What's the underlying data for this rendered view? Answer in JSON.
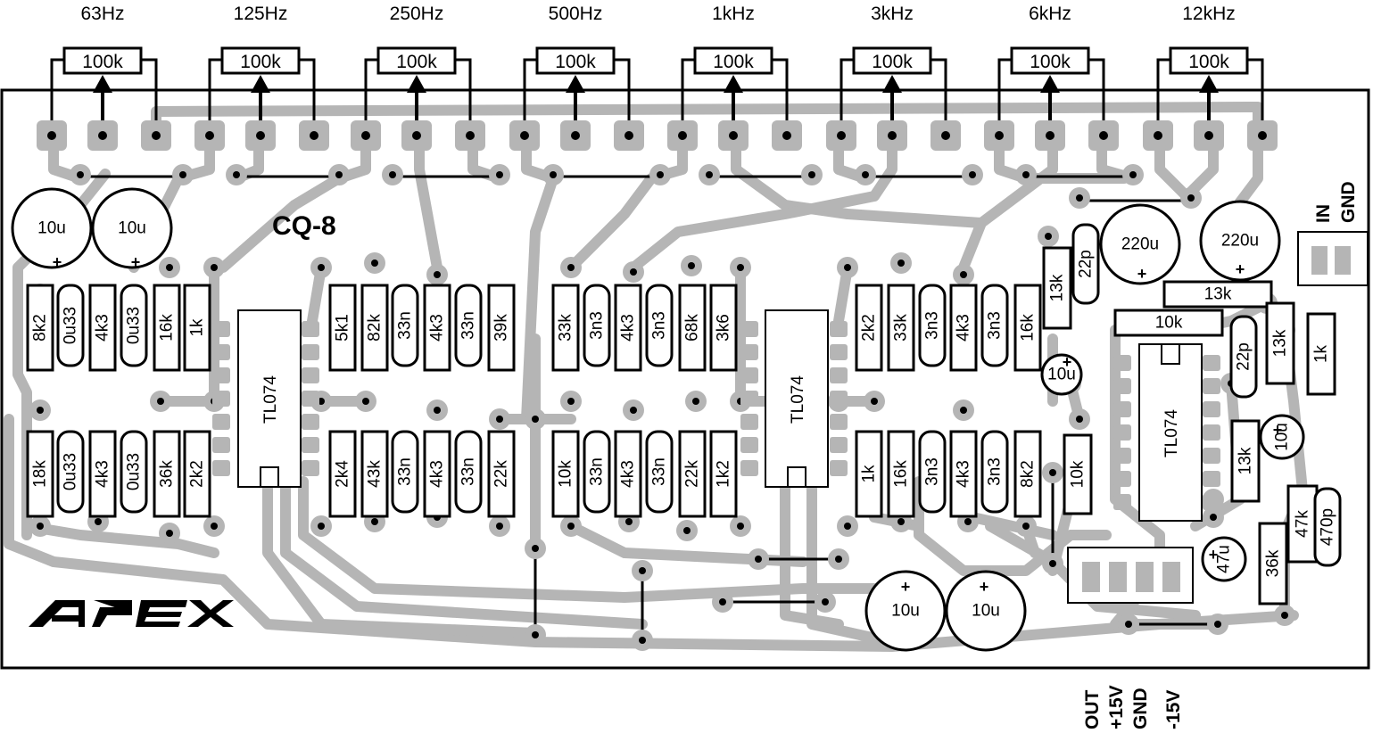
{
  "title": "CQ-8",
  "logo_text": "APEX",
  "bands": [
    "63Hz",
    "125Hz",
    "250Hz",
    "500Hz",
    "1kHz",
    "3kHz",
    "6kHz",
    "12kHz"
  ],
  "pot_value": "100k",
  "ic_label": "TL074",
  "connector_in": [
    "IN",
    "GND"
  ],
  "connector_out": [
    "OUT",
    "+15V",
    "GND",
    "-15V"
  ],
  "caps_top_left": [
    "10u",
    "10u"
  ],
  "caps_bottom": [
    "10u",
    "10u"
  ],
  "caps_psu": [
    "220u",
    "220u"
  ],
  "top_row_1": [
    "8k2",
    "0u33",
    "4k3",
    "0u33",
    "16k",
    "1k"
  ],
  "bottom_row_1": [
    "18k",
    "0u33",
    "4k3",
    "0u33",
    "36k",
    "2k2"
  ],
  "top_row_2": [
    "5k1",
    "82k",
    "33n",
    "4k3",
    "33n",
    "39k"
  ],
  "bottom_row_2": [
    "2k4",
    "43k",
    "33n",
    "4k3",
    "33n",
    "22k"
  ],
  "top_row_3": [
    "33k",
    "3n3",
    "4k3",
    "3n3",
    "68k",
    "3k6"
  ],
  "bottom_row_3": [
    "10k",
    "33n",
    "4k3",
    "33n",
    "22k",
    "1k2"
  ],
  "top_row_4": [
    "2k2",
    "33k",
    "3n3",
    "4k3",
    "3n3",
    "16k"
  ],
  "bottom_row_4": [
    "1k",
    "16k",
    "3n3",
    "4k3",
    "3n3",
    "8k2"
  ],
  "right_parts": [
    "13k",
    "22p",
    "13k",
    "10k",
    "10u",
    "22p",
    "13k",
    "1k",
    "10k",
    "13k",
    "10u",
    "47k",
    "470p",
    "36k",
    "47u"
  ]
}
